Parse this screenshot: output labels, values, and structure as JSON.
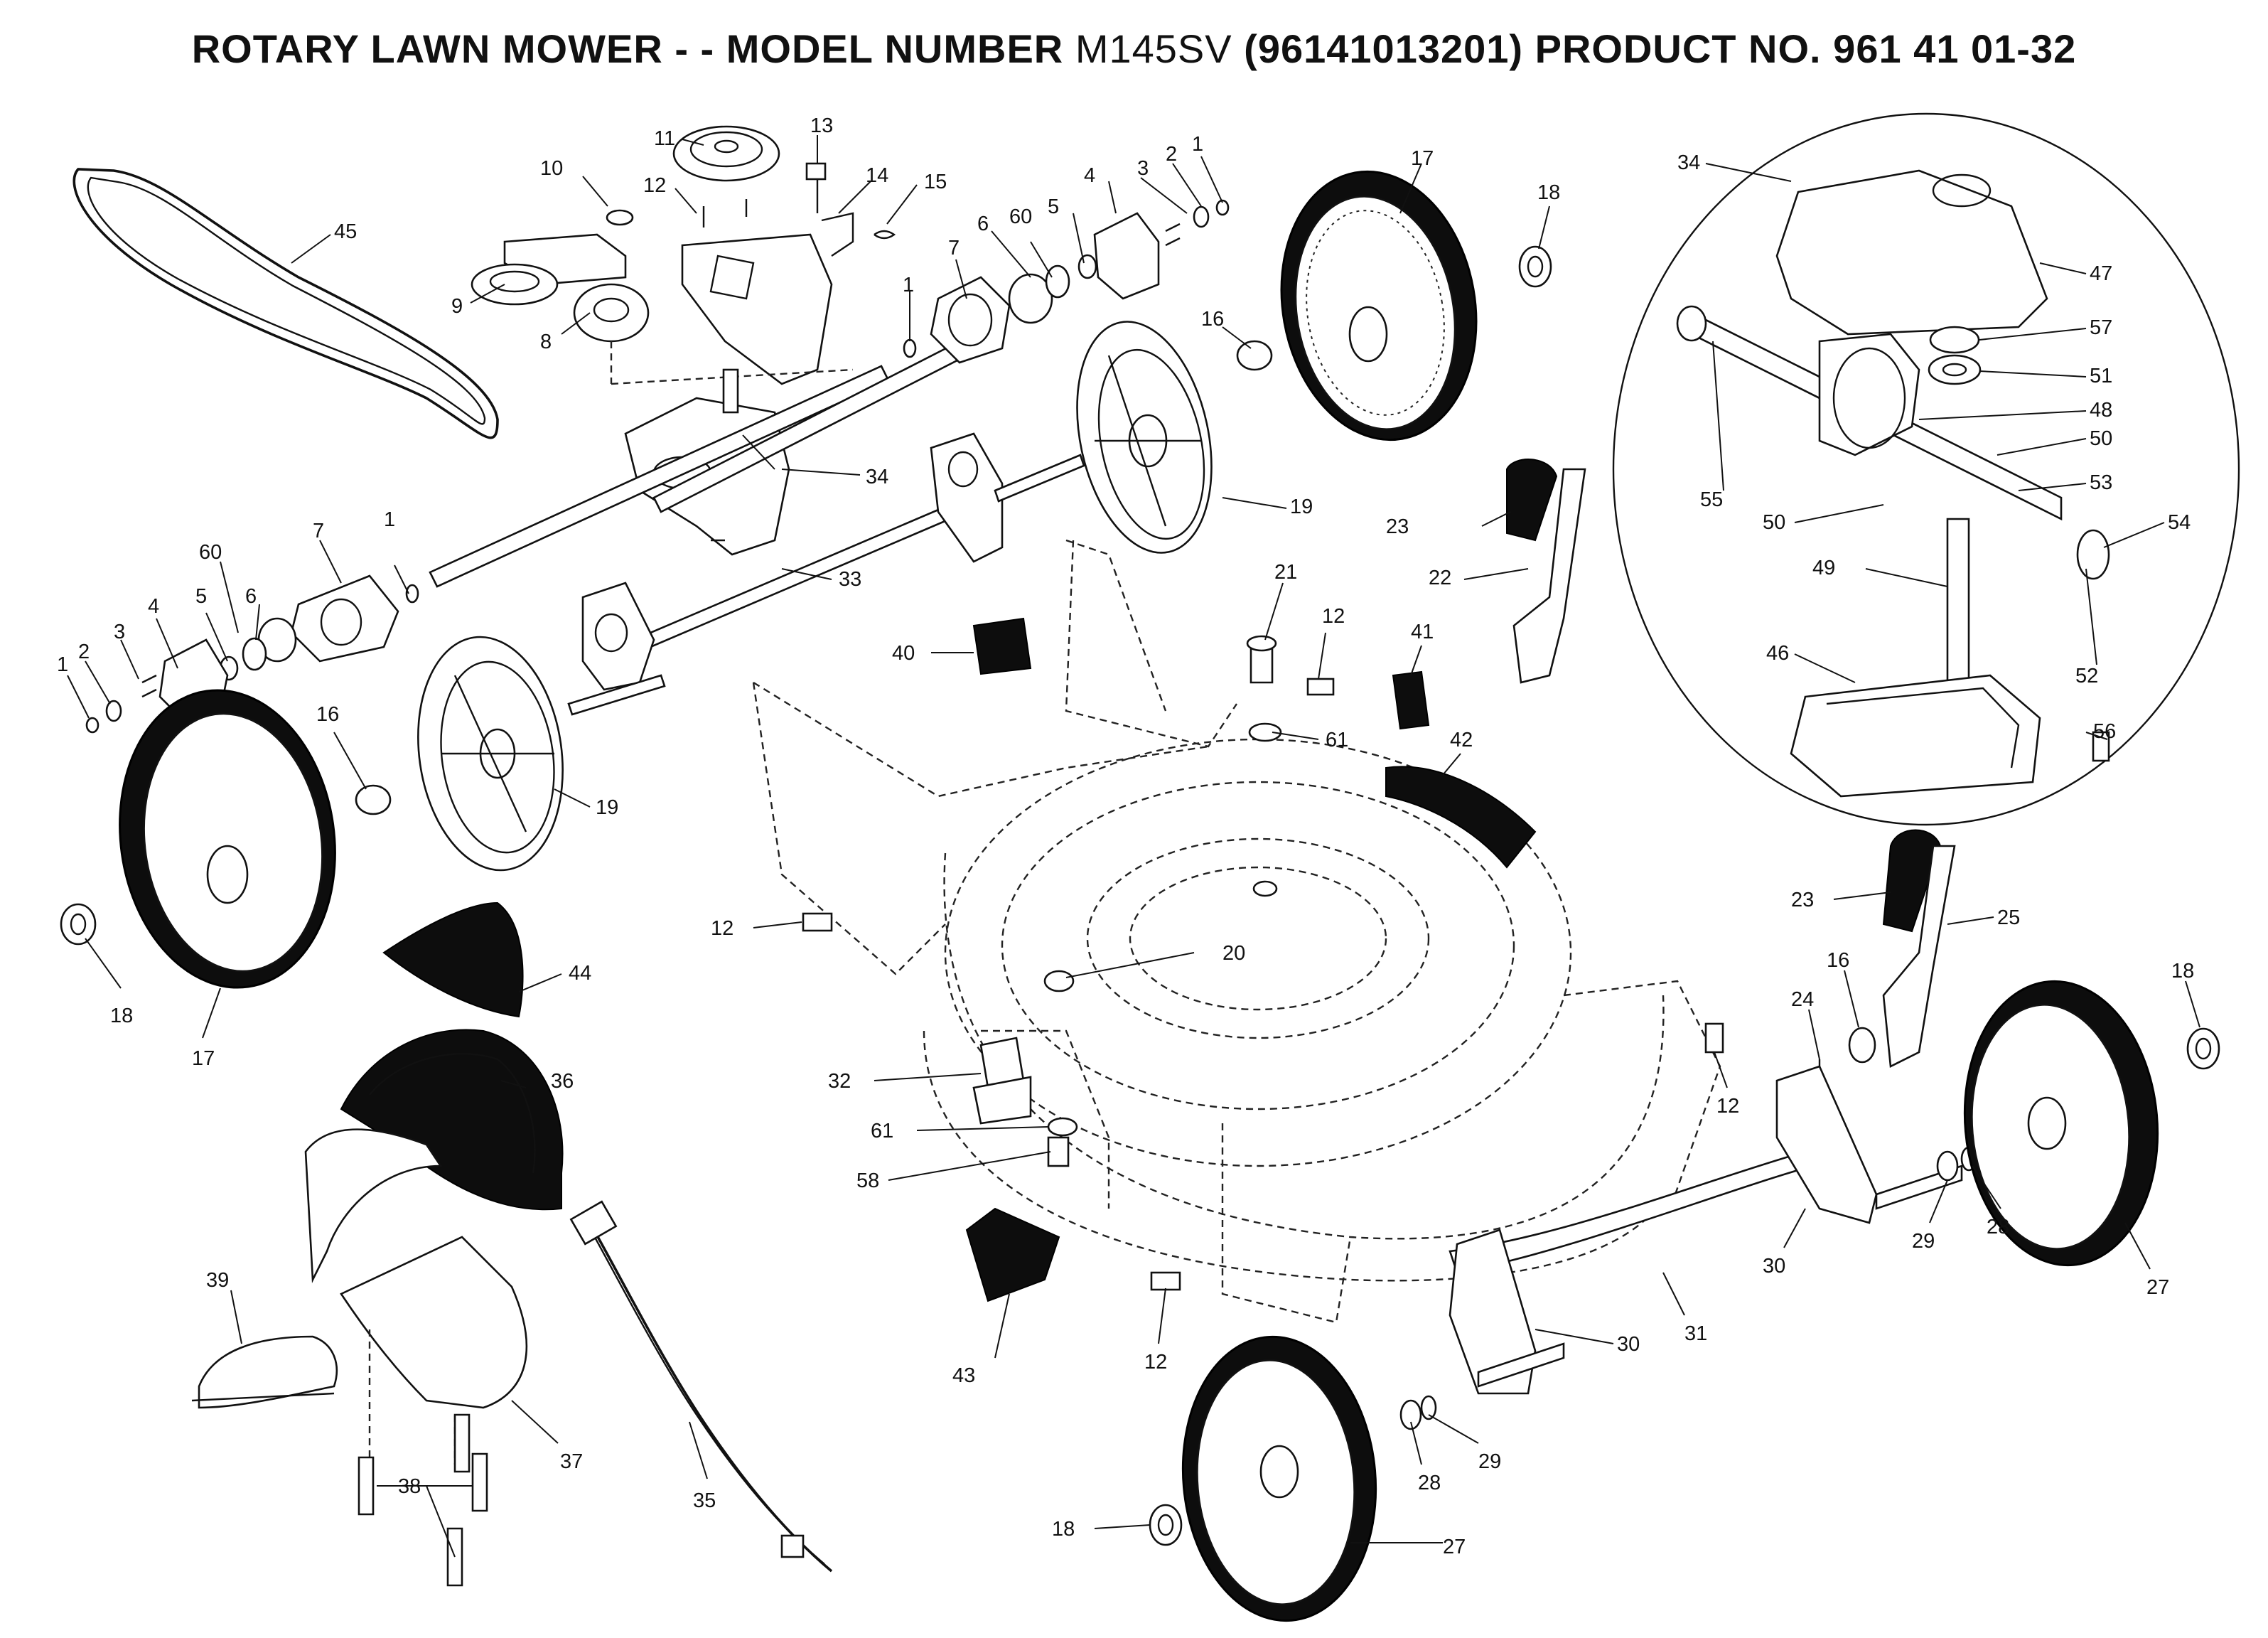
{
  "title": {
    "prefix": "ROTARY LAWN MOWER - - MODEL NUMBER",
    "model": "M145SV",
    "suffix": "(96141013201) PRODUCT NO. 961 41 01-32"
  },
  "callouts": [
    {
      "id": "c-45",
      "text": "45"
    },
    {
      "id": "c-11",
      "text": "11"
    },
    {
      "id": "c-13",
      "text": "13"
    },
    {
      "id": "c-10",
      "text": "10"
    },
    {
      "id": "c-12a",
      "text": "12"
    },
    {
      "id": "c-14",
      "text": "14"
    },
    {
      "id": "c-15",
      "text": "15"
    },
    {
      "id": "c-9",
      "text": "9"
    },
    {
      "id": "c-8",
      "text": "8"
    },
    {
      "id": "c-4a",
      "text": "4"
    },
    {
      "id": "c-3a",
      "text": "3"
    },
    {
      "id": "c-2a",
      "text": "2"
    },
    {
      "id": "c-1a",
      "text": "1"
    },
    {
      "id": "c-60a",
      "text": "60"
    },
    {
      "id": "c-6a",
      "text": "6"
    },
    {
      "id": "c-5a",
      "text": "5"
    },
    {
      "id": "c-7a",
      "text": "7"
    },
    {
      "id": "c-1b",
      "text": "1"
    },
    {
      "id": "c-17a",
      "text": "17"
    },
    {
      "id": "c-18a",
      "text": "18"
    },
    {
      "id": "c-16a",
      "text": "16"
    },
    {
      "id": "c-34a",
      "text": "34"
    },
    {
      "id": "c-19a",
      "text": "19"
    },
    {
      "id": "c-60b",
      "text": "60"
    },
    {
      "id": "c-7b",
      "text": "7"
    },
    {
      "id": "c-1c",
      "text": "1"
    },
    {
      "id": "c-5b",
      "text": "5"
    },
    {
      "id": "c-6b",
      "text": "6"
    },
    {
      "id": "c-4b",
      "text": "4"
    },
    {
      "id": "c-3b",
      "text": "3"
    },
    {
      "id": "c-2b",
      "text": "2"
    },
    {
      "id": "c-1d",
      "text": "1"
    },
    {
      "id": "c-33",
      "text": "33"
    },
    {
      "id": "c-16b",
      "text": "16"
    },
    {
      "id": "c-19b",
      "text": "19"
    },
    {
      "id": "c-18b",
      "text": "18"
    },
    {
      "id": "c-17b",
      "text": "17"
    },
    {
      "id": "c-40",
      "text": "40"
    },
    {
      "id": "c-21",
      "text": "21"
    },
    {
      "id": "c-12b",
      "text": "12"
    },
    {
      "id": "c-41",
      "text": "41"
    },
    {
      "id": "c-23a",
      "text": "23"
    },
    {
      "id": "c-22",
      "text": "22"
    },
    {
      "id": "c-61a",
      "text": "61"
    },
    {
      "id": "c-42",
      "text": "42"
    },
    {
      "id": "c-12c",
      "text": "12"
    },
    {
      "id": "c-20",
      "text": "20"
    },
    {
      "id": "c-44",
      "text": "44"
    },
    {
      "id": "c-36",
      "text": "36"
    },
    {
      "id": "c-32",
      "text": "32"
    },
    {
      "id": "c-61b",
      "text": "61"
    },
    {
      "id": "c-58",
      "text": "58"
    },
    {
      "id": "c-43",
      "text": "43"
    },
    {
      "id": "c-39",
      "text": "39"
    },
    {
      "id": "c-37",
      "text": "37"
    },
    {
      "id": "c-38",
      "text": "38"
    },
    {
      "id": "c-35",
      "text": "35"
    },
    {
      "id": "c-12d",
      "text": "12"
    },
    {
      "id": "c-12e",
      "text": "12"
    },
    {
      "id": "c-23b",
      "text": "23"
    },
    {
      "id": "c-25",
      "text": "25"
    },
    {
      "id": "c-16c",
      "text": "16"
    },
    {
      "id": "c-24",
      "text": "24"
    },
    {
      "id": "c-18c",
      "text": "18"
    },
    {
      "id": "c-30a",
      "text": "30"
    },
    {
      "id": "c-29a",
      "text": "29"
    },
    {
      "id": "c-28a",
      "text": "28"
    },
    {
      "id": "c-27a",
      "text": "27"
    },
    {
      "id": "c-31",
      "text": "31"
    },
    {
      "id": "c-30b",
      "text": "30"
    },
    {
      "id": "c-29b",
      "text": "29"
    },
    {
      "id": "c-28b",
      "text": "28"
    },
    {
      "id": "c-18d",
      "text": "18"
    },
    {
      "id": "c-27b",
      "text": "27"
    },
    {
      "id": "c-34b",
      "text": "34"
    },
    {
      "id": "c-47",
      "text": "47"
    },
    {
      "id": "c-57",
      "text": "57"
    },
    {
      "id": "c-51",
      "text": "51"
    },
    {
      "id": "c-48",
      "text": "48"
    },
    {
      "id": "c-50a",
      "text": "50"
    },
    {
      "id": "c-55",
      "text": "55"
    },
    {
      "id": "c-53",
      "text": "53"
    },
    {
      "id": "c-50b",
      "text": "50"
    },
    {
      "id": "c-54",
      "text": "54"
    },
    {
      "id": "c-49",
      "text": "49"
    },
    {
      "id": "c-46",
      "text": "46"
    },
    {
      "id": "c-52",
      "text": "52"
    },
    {
      "id": "c-56",
      "text": "56"
    }
  ]
}
